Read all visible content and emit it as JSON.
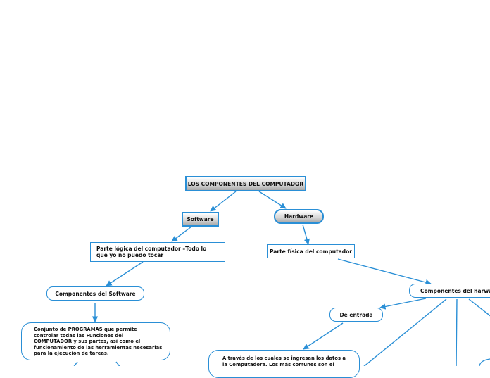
{
  "diagram": {
    "root": "LOS COMPONENTES DEL COMPUTADOR",
    "software": "Software",
    "hardware": "Hardware",
    "software_desc": "Parte lógica del computador –Todo lo que yo no puedo tocar",
    "hardware_desc": "Parte física del computador",
    "software_components": "Componentes del Software",
    "hardware_components": "Componentes del harwar",
    "software_programs": "Conjunto de PROGRAMAS que permite controlar todas las Funciones del COMPUTADOR y sus partes, así como el funcionamiento de las herramientas necesarias para la ejecución de tareas.",
    "input_label": "De entrada",
    "input_desc": "A través de los cuales se ingresan los datos a la Computadora. Los más comunes son el"
  },
  "colors": {
    "accent": "#2a8fd6",
    "gradient_top": "#ffffff",
    "gradient_bottom": "#a8a8a8"
  }
}
